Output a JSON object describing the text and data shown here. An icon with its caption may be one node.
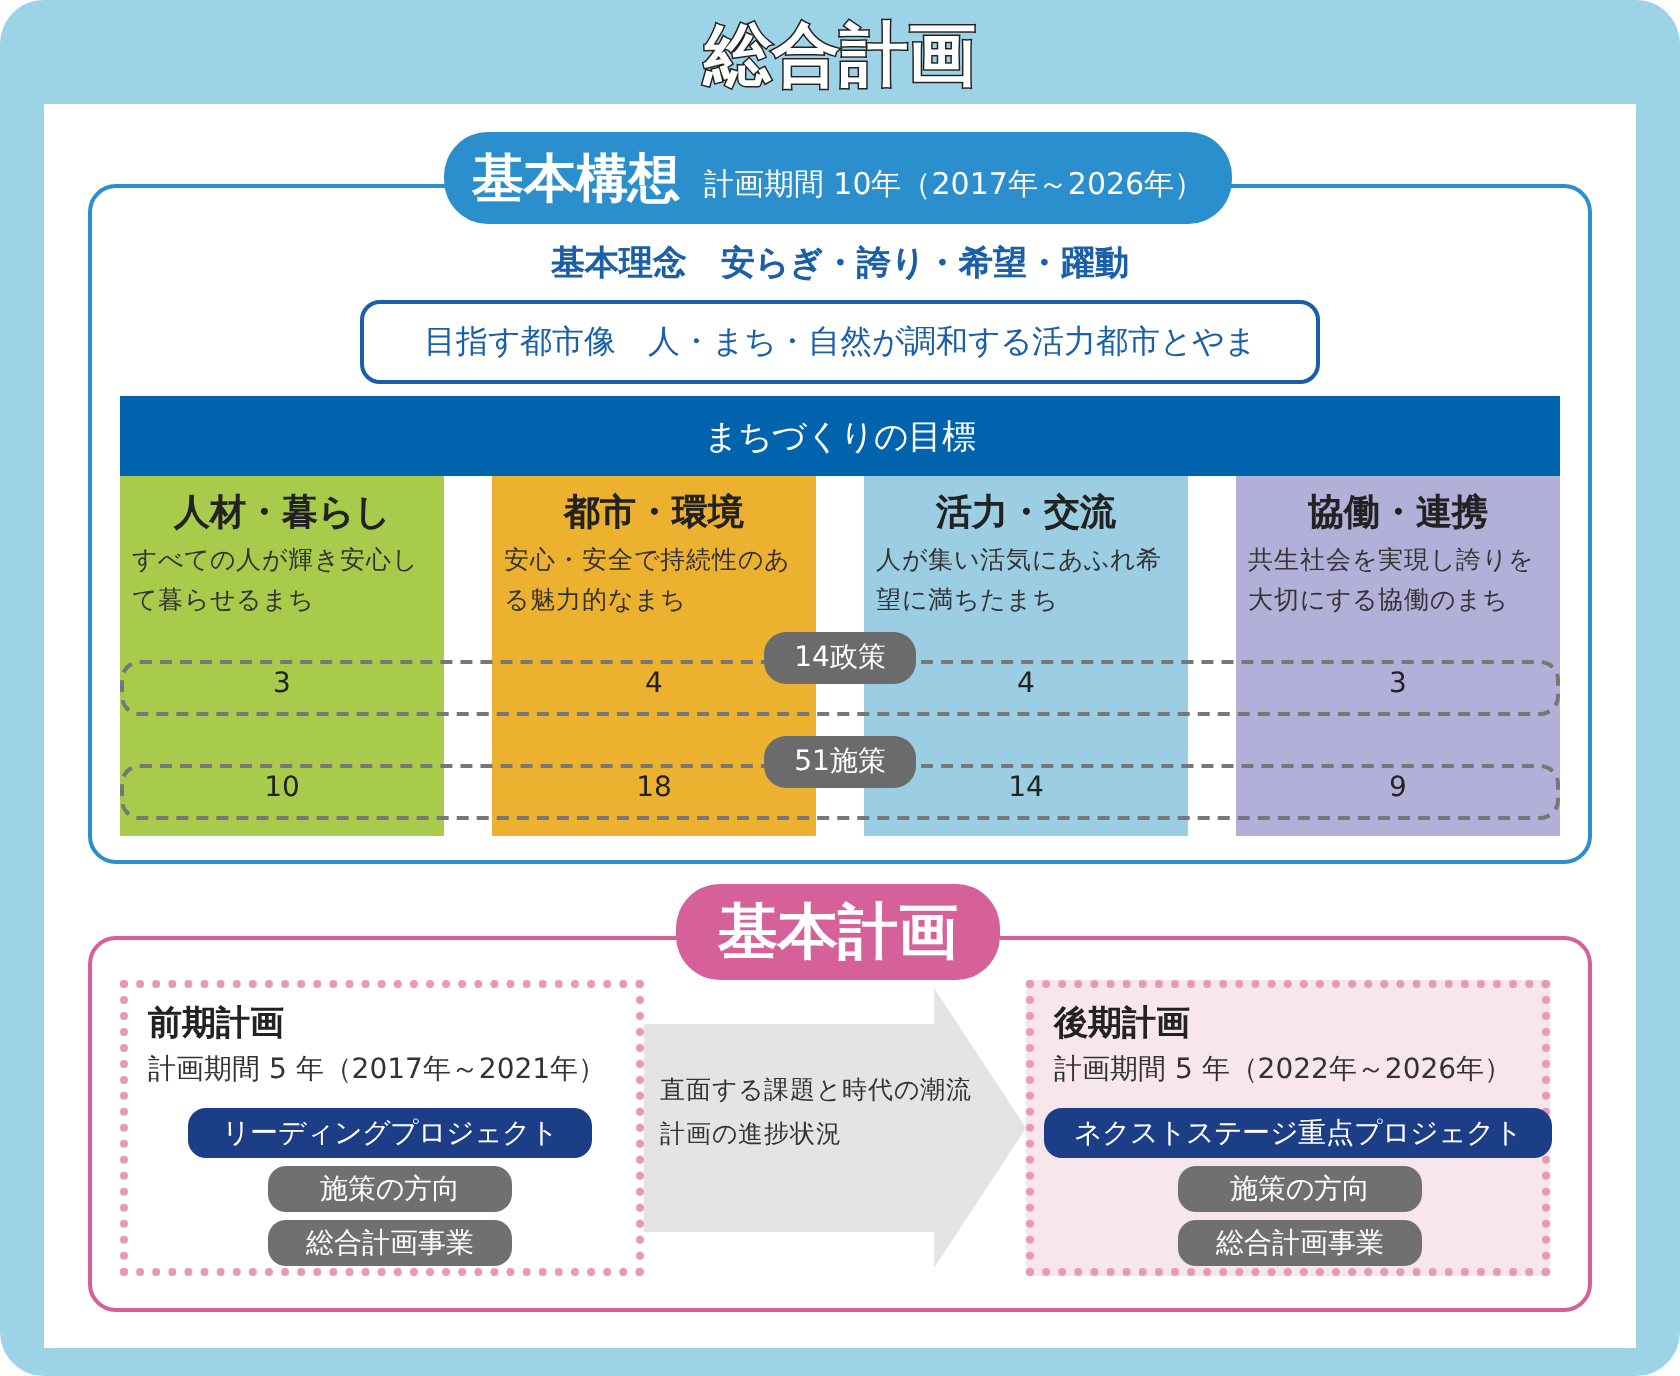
{
  "diagram": {
    "nodes": [
      {
        "text": [
          "総合計画"
        ]
      },
      {
        "text": [
          "基本構想",
          "計画期間 10年（2017年～2026年）",
          "基本理念　安らぎ・誇り・希望・躍動"
        ],
        "in": 0
      },
      {
        "text": [
          "目指す都市像　人・まち・自然が調和する活力都市とやま"
        ],
        "in": 1
      },
      {
        "text": [
          "まちづくりの目標"
        ],
        "in": 1
      },
      {
        "text": [
          "人材・暮らし",
          "すべての人が輝き安心して暮らせるまち"
        ],
        "in": 1
      },
      {
        "text": [
          "都市・環境",
          "安心・安全で持続性のある魅力的なまち"
        ],
        "in": 1
      },
      {
        "text": [
          "活力・交流",
          "人が集い活気にあふれ希望に満ちたまち"
        ],
        "in": 1
      },
      {
        "text": [
          "協働・連携",
          "共生社会を実現し誇りを大切にする協働のまち"
        ],
        "in": 1
      },
      {
        "text": [
          "14政策",
          "3",
          "4",
          "4",
          "3"
        ],
        "in": 1
      },
      {
        "text": [
          "51施策",
          "10",
          "18",
          "14",
          "9"
        ],
        "in": 1
      },
      {
        "text": [
          "基本計画"
        ],
        "in": 0
      },
      {
        "text": [
          "前期計画",
          "計画期間 5 年（2017年～2021年）"
        ],
        "in": 10
      },
      {
        "text": [
          "リーディングプロジェクト"
        ],
        "in": 11
      },
      {
        "text": [
          "施策の方向"
        ],
        "in": 11
      },
      {
        "text": [
          "総合計画事業"
        ],
        "in": 11
      },
      {
        "text": [
          "後期計画",
          "計画期間 5 年（2022年～2026年）"
        ],
        "in": 10
      },
      {
        "text": [
          "ネクストステージ重点プロジェクト"
        ],
        "in": 15
      },
      {
        "text": [
          "施策の方向"
        ],
        "in": 15
      },
      {
        "text": [
          "総合計画事業"
        ],
        "in": 15
      }
    ],
    "edges": [
      {
        "from": 11,
        "to": 15,
        "arrow": "to",
        "label": "直面する課題と時代の潮流計画の進捗状況"
      }
    ]
  }
}
